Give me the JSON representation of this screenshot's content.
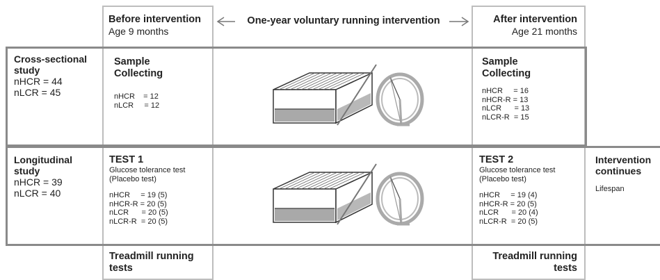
{
  "header": {
    "before_title": "Before intervention",
    "before_age": "Age 9 months",
    "middle": "One-year voluntary running intervention",
    "after_title": "After intervention",
    "after_age": "Age 21 months"
  },
  "cross_sectional": {
    "title_line1": "Cross-sectional",
    "title_line2": "study",
    "n_hcr": "nHCR = 44",
    "n_lcr": "nLCR = 45",
    "before": {
      "title_line1": "Sample",
      "title_line2": "Collecting",
      "rows": [
        "nHCR    = 12",
        "nLCR     = 12"
      ]
    },
    "after": {
      "title_line1": "Sample",
      "title_line2": "Collecting",
      "rows": [
        "nHCR     = 16",
        "nHCR-R = 13",
        "nLCR      = 13",
        "nLCR-R  = 15"
      ]
    }
  },
  "longitudinal": {
    "title_line1": "Longitudinal",
    "title_line2": "study",
    "n_hcr": "nHCR = 39",
    "n_lcr": "nLCR = 40",
    "before": {
      "title": "TEST 1",
      "subtitle_line1": "Glucose tolerance test",
      "subtitle_line2": "(Placebo test)",
      "rows": [
        "nHCR     = 19 (5)",
        "nHCR-R = 20 (5)",
        "nLCR      = 20 (5)",
        "nLCR-R  = 20 (5)"
      ]
    },
    "after": {
      "title": "TEST 2",
      "subtitle_line1": "Glucose tolerance test",
      "subtitle_line2": "(Placebo test)",
      "rows": [
        "nHCR     = 19 (4)",
        "nHCR-R = 20 (5)",
        "nLCR      = 20 (4)",
        "nLCR-R  = 20 (5)"
      ]
    },
    "continues_line1": "Intervention",
    "continues_line2": "continues",
    "lifespan": "Lifespan"
  },
  "footer": {
    "before_line1": "Treadmill running",
    "before_line2": "tests",
    "after_line1": "Treadmill running",
    "after_line2": "tests"
  },
  "colors": {
    "frame": "#8a8a8a",
    "column_frame": "#bdbdbd",
    "cage_floor": "#a9a9a9"
  }
}
